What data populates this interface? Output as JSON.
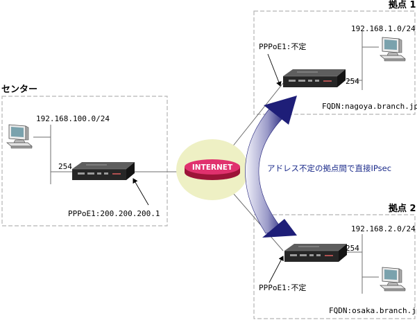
{
  "center": {
    "title": "センター",
    "network": "192.168.100.0/24",
    "lan_ip": "254",
    "wan_label": "PPPoE1:200.200.200.1"
  },
  "site1": {
    "title": "拠点 1",
    "network": "192.168.1.0/24",
    "lan_ip": "254",
    "wan_label": "PPPoE1:不定",
    "fqdn": "FQDN:nagoya.branch.jp"
  },
  "site2": {
    "title": "拠点 2",
    "network": "192.168.2.0/24",
    "lan_ip": "254",
    "wan_label": "PPPoE1:不定",
    "fqdn": "FQDN:osaka.branch.jp"
  },
  "internet": {
    "label": "INTERNET"
  },
  "tunnel": {
    "label": "アドレス不定の拠点間で直接IPsec"
  },
  "colors": {
    "box_border": "#b4b4b4",
    "cloud_fill": "#eef0c4",
    "disk_top": "#e0316e",
    "disk_side": "#9c1438",
    "arrow_light": "#d8d8ee",
    "arrow_dark": "#22237a"
  }
}
